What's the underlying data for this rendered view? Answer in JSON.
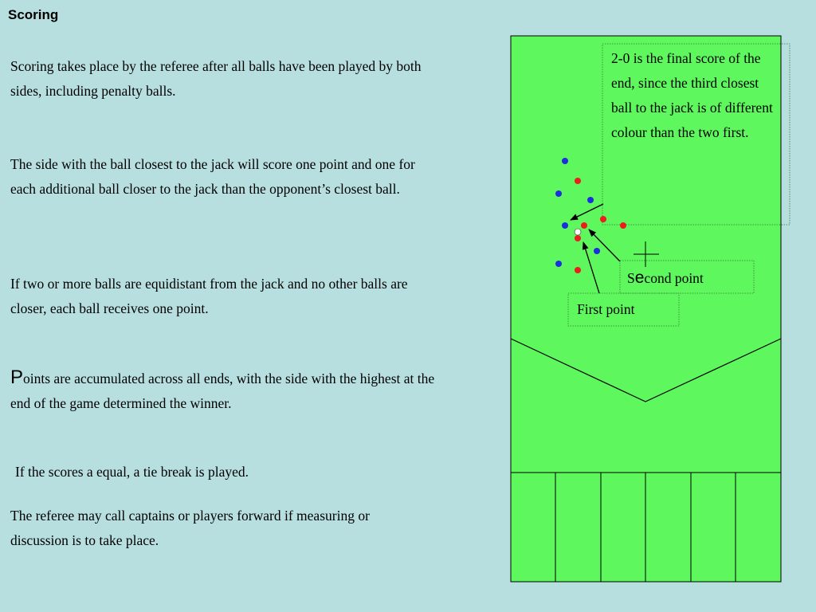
{
  "slide": {
    "title": "Scoring",
    "paragraphs": {
      "p1": "Scoring takes place by the referee after all balls have been played by both sides, including penalty balls.",
      "p2": "The side with the ball closest to the jack will score one point and one for each additional ball closer to the jack than the opponent’s closest ball.",
      "p3": "If two or more balls are equidistant from the jack and no other balls are closer, each ball receives one point.",
      "p4_initial": "P",
      "p4_rest": "oints are accumulated across all ends, with the side with the highest at the end of the game determined the winner.",
      "p5": "If the scores a equal, a tie break is played.",
      "p6": "The referee may call captains or players forward if measuring or discussion is to take place."
    }
  },
  "diagram": {
    "end_note": "2-0 is the final score of the end, since the third closest ball to the jack is of different colour than the two first.",
    "second_point": {
      "s": "S",
      "e": "e",
      "rest": "cond point"
    },
    "first_point": "First point",
    "colors": {
      "background": "#b8dfe0",
      "court": "#5ef75e",
      "red_ball": "#ee1c1c",
      "blue_ball": "#1c2ee0",
      "jack": "#ffffff"
    }
  }
}
